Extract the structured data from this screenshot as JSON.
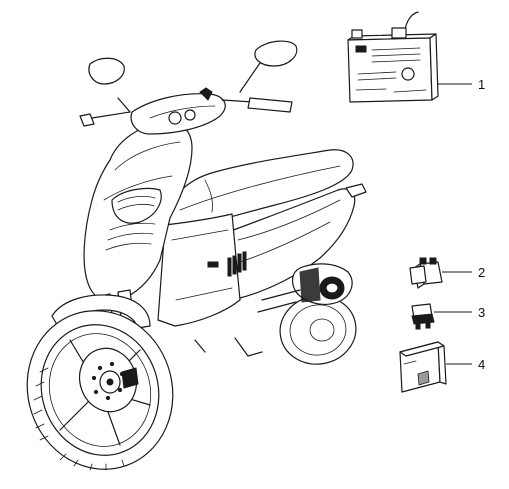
{
  "callouts": [
    {
      "number": "1",
      "part_icon": "battery-icon"
    },
    {
      "number": "2",
      "part_icon": "relay-icon"
    },
    {
      "number": "3",
      "part_icon": "fuse-icon"
    },
    {
      "number": "4",
      "part_icon": "control-unit-icon"
    }
  ]
}
